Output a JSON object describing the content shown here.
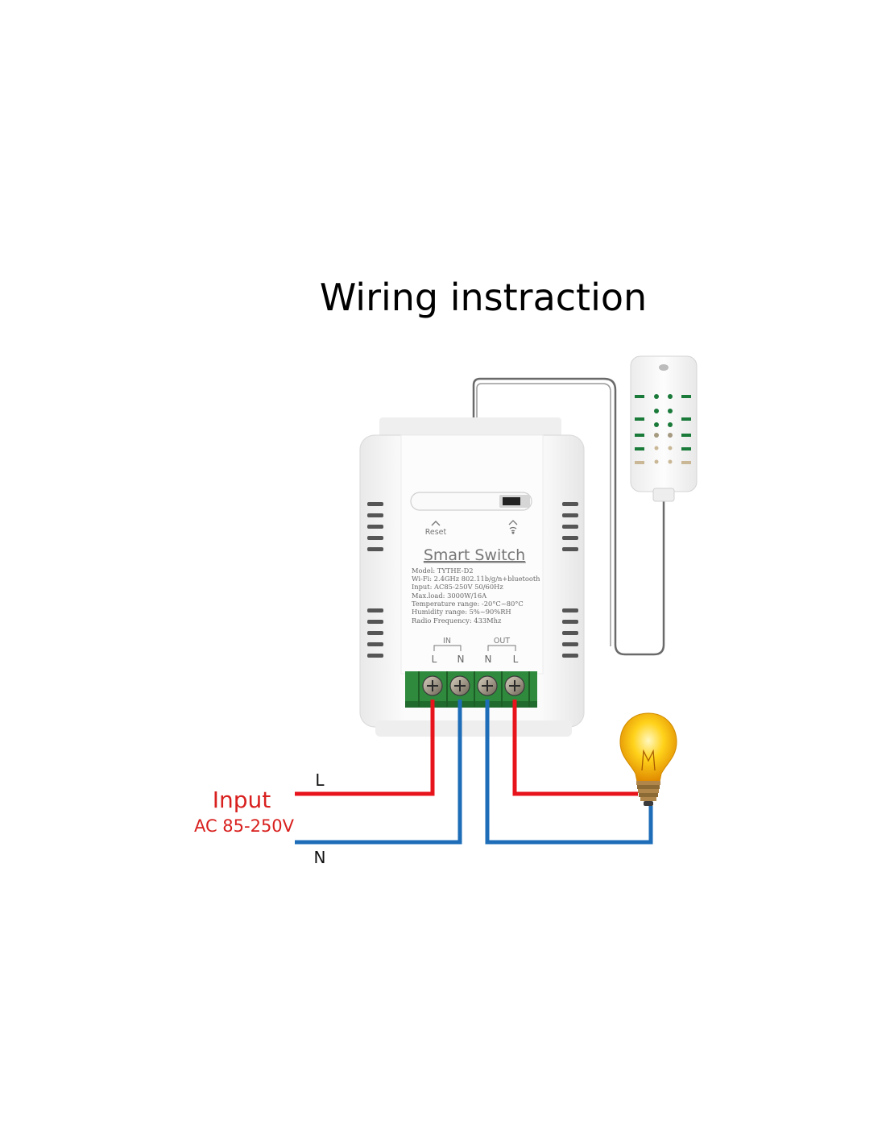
{
  "title": "Wiring instraction",
  "input": {
    "label": "Input",
    "range": "AC 85-250V",
    "wire_l": "L",
    "wire_n": "N"
  },
  "device": {
    "name": "Smart Switch",
    "reset_label": "Reset",
    "specs": [
      "Model: TYTHE-D2",
      "Wi-Fi: 2.4GHz 802.11b/g/n+bluetooth",
      "Input: AC85-250V 50/60Hz",
      "Max.load: 3000W/16A",
      "Temperature range: -20°C~80°C",
      "Humidity range: 5%~90%RH",
      "Radio Frequency: 433Mhz"
    ],
    "terminal_groups": {
      "in": "IN",
      "out": "OUT"
    },
    "terminals": [
      "L",
      "N",
      "N",
      "L"
    ]
  },
  "colors": {
    "live_wire": "#e8141c",
    "neutral_wire": "#1d6db8",
    "input_text": "#d8201e",
    "terminal_block": "#2f8a3e"
  }
}
